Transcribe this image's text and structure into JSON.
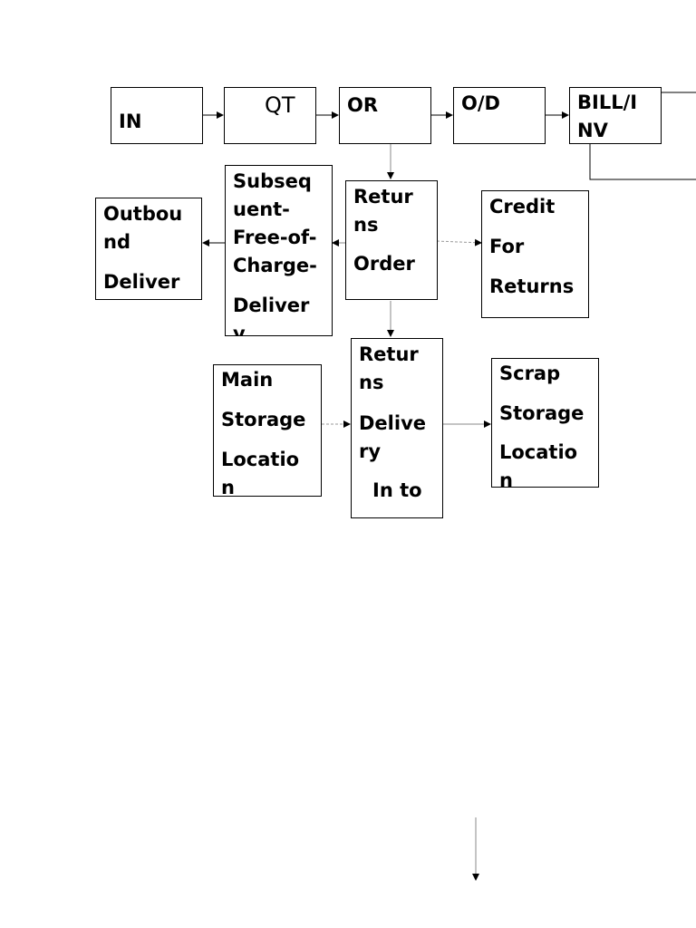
{
  "nodes": {
    "in": {
      "lines": [
        "IN"
      ]
    },
    "qt": {
      "lines": [
        "QT"
      ]
    },
    "or": {
      "lines": [
        "OR"
      ]
    },
    "od": {
      "lines": [
        "O/D"
      ]
    },
    "bill": {
      "lines": [
        "BILL/I",
        "NV"
      ]
    },
    "outbound": {
      "lines": [
        "Outbou",
        "nd",
        "Deliver"
      ]
    },
    "subsequent": {
      "lines": [
        "Subseq",
        "uent-",
        "Free-of-",
        "Charge-",
        "Deliver",
        "y"
      ]
    },
    "returns_order": {
      "lines": [
        "Retur",
        "ns",
        "Order"
      ]
    },
    "credit": {
      "lines": [
        "Credit",
        "For",
        "Returns"
      ]
    },
    "main_storage": {
      "lines": [
        "Main",
        "Storage",
        "Locatio",
        "n"
      ]
    },
    "returns_delivery": {
      "lines": [
        "Retur",
        "ns",
        "Delive",
        "ry",
        "In to"
      ]
    },
    "scrap": {
      "lines": [
        "Scrap",
        "Storage",
        "Locatio",
        "n"
      ]
    }
  }
}
